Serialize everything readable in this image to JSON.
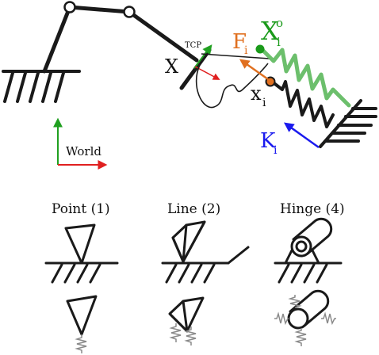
{
  "robot": {
    "tcp_label": "TCP",
    "pose_label": "X"
  },
  "constraint": {
    "force_label": "F",
    "force_sub": "i",
    "origin_label": "X",
    "origin_sub": "i",
    "origin_sup": "o",
    "point_label": "x",
    "point_sub": "i",
    "stiffness_label": "K",
    "stiffness_sub": "i"
  },
  "frame": {
    "world_label": "World"
  },
  "contacts": [
    {
      "label": "Point (1)"
    },
    {
      "label": "Line (2)"
    },
    {
      "label": "Hinge (4)"
    }
  ],
  "colors": {
    "link": "#1a1a1a",
    "force": "#e07020",
    "stiffness": "#1a1aee",
    "spring_green": "#5cb85c",
    "origin": "#1a9a1a",
    "axis_x": "#e02020",
    "axis_y": "#20a020",
    "spring_gray": "#8a8a8a"
  }
}
